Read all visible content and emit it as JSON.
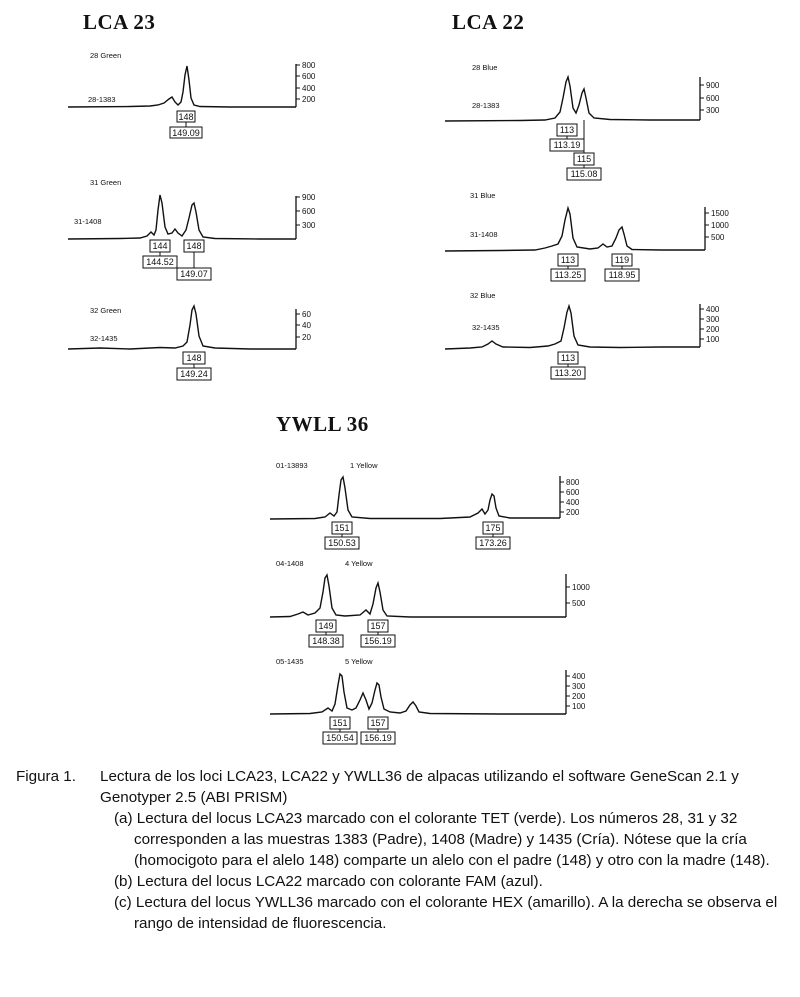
{
  "sections": {
    "lca23": "LCA 23",
    "lca22": "LCA 22",
    "ywll36": "YWLL 36"
  },
  "panels": [
    {
      "name": "lca23-28",
      "dye": "28 Green",
      "sample": "28-1383",
      "scale": [
        "800",
        "600",
        "400",
        "200"
      ],
      "peak_pos": [
        153,
        186
      ],
      "alleles": [
        {
          "label": "148",
          "size": "149.09"
        }
      ]
    },
    {
      "name": "lca23-31",
      "dye": "31 Green",
      "sample": "31-1408",
      "scale": [
        "900",
        "600",
        "300"
      ],
      "peak_pos": [
        160,
        194
      ],
      "alleles": [
        {
          "label": "144",
          "size": "144.52"
        },
        {
          "label": "148",
          "size": "149.07"
        }
      ]
    },
    {
      "name": "lca23-32",
      "dye": "32 Green",
      "sample": "32-1435",
      "scale": [
        "60",
        "40",
        "20"
      ],
      "peak_pos": [
        194
      ],
      "alleles": [
        {
          "label": "148",
          "size": "149.24"
        }
      ]
    },
    {
      "name": "lca22-28",
      "dye": "28 Blue",
      "sample": "28-1383",
      "scale": [
        "900",
        "600",
        "300"
      ],
      "peak_pos": [
        567,
        584
      ],
      "alleles": [
        {
          "label": "113",
          "size": "113.19"
        },
        {
          "label": "115",
          "size": "115.08"
        }
      ]
    },
    {
      "name": "lca22-31",
      "dye": "31 Blue",
      "sample": "31-1408",
      "scale": [
        "1500",
        "1000",
        "500"
      ],
      "peak_pos": [
        568,
        622
      ],
      "alleles": [
        {
          "label": "113",
          "size": "113.25"
        },
        {
          "label": "119",
          "size": "118.95"
        }
      ]
    },
    {
      "name": "lca22-32",
      "dye": "32 Blue",
      "sample": "32-1435",
      "scale": [
        "400",
        "300",
        "200",
        "100"
      ],
      "peak_pos": [
        568
      ],
      "alleles": [
        {
          "label": "113",
          "size": "113.20"
        }
      ]
    },
    {
      "name": "ywll36-01",
      "dye": "1 Yellow",
      "sample": "01-13893",
      "scale": [
        "800",
        "600",
        "400",
        "200"
      ],
      "peak_pos": [
        342,
        493
      ],
      "alleles": [
        {
          "label": "151",
          "size": "150.53"
        },
        {
          "label": "175",
          "size": "173.26"
        }
      ]
    },
    {
      "name": "ywll36-04",
      "dye": "4 Yellow",
      "sample": "04-1408",
      "scale": [
        "1000",
        "500"
      ],
      "peak_pos": [
        326,
        378
      ],
      "alleles": [
        {
          "label": "149",
          "size": "148.38"
        },
        {
          "label": "157",
          "size": "156.19"
        }
      ]
    },
    {
      "name": "ywll36-05",
      "dye": "5 Yellow",
      "sample": "05-1435",
      "scale": [
        "400",
        "300",
        "200",
        "100"
      ],
      "peak_pos": [
        340,
        378
      ],
      "alleles": [
        {
          "label": "151",
          "size": "150.54"
        },
        {
          "label": "157",
          "size": "156.19"
        }
      ]
    }
  ],
  "caption": {
    "label": "Figura 1.",
    "text": "Lectura de los loci LCA23, LCA22 y YWLL36 de alpacas utilizando el software GeneScan 2.1 y Genotyper 2.5 (ABI PRISM)",
    "a": "(a) Lectura del locus LCA23 marcado con el colorante TET (verde). Los números 28, 31 y 32 corresponden a las muestras 1383 (Padre), 1408 (Madre) y 1435 (Cría). Nótese que la cría (homocigoto para el alelo 148) comparte un alelo con el padre (148) y otro con la madre (148).",
    "b": "(b) Lectura del locus LCA22 marcado con colorante FAM (azul).",
    "c": "(c) Lectura del locus YWLL36 marcado con el colorante HEX (amarillo). A la derecha se observa el rango de intensidad de fluorescencia."
  }
}
